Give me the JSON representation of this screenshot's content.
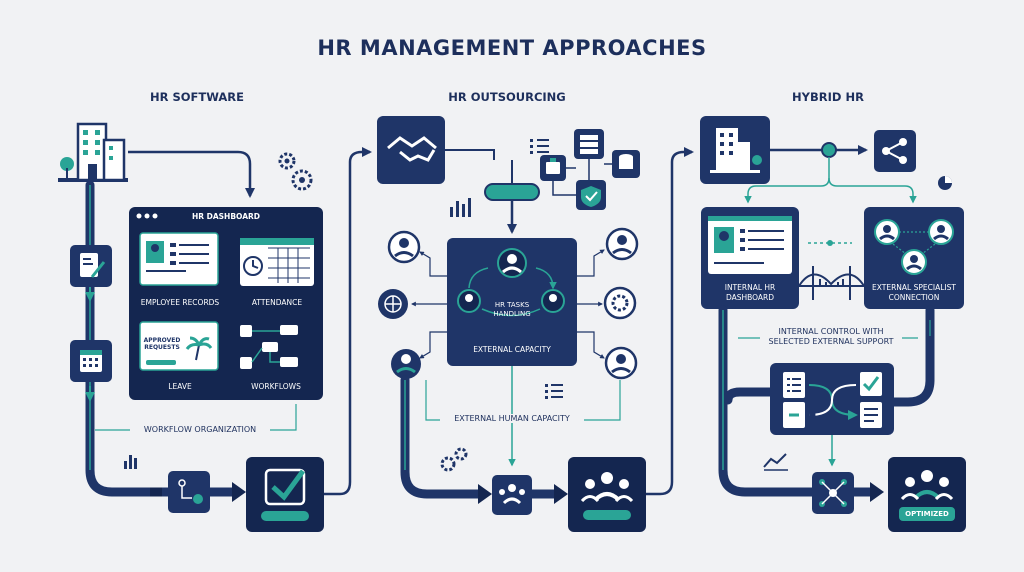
{
  "title": "HR MANAGEMENT APPROACHES",
  "colors": {
    "navy": "#1f3568",
    "dark_navy": "#142650",
    "teal": "#2aa496",
    "background": "#f1f2f4",
    "text": "#1d2f5c"
  },
  "software": {
    "heading": "HR SOFTWARE",
    "dashboard_title": "HR DASHBOARD",
    "employee_records": "EMPLOYEE RECORDS",
    "attendance": "ATTENDANCE",
    "approved_requests": "APPROVED REQUESTS",
    "leave": "LEAVE",
    "workflows": "WORKFLOWS",
    "workflow_organization": "WORKFLOW ORGANIZATION"
  },
  "outsourcing": {
    "heading": "HR OUTSOURCING",
    "hr_tasks_handling": "HR TASKS HANDLING",
    "external_capacity": "EXTERNAL CAPACITY",
    "external_human_capacity": "EXTERNAL HUMAN CAPACITY"
  },
  "hybrid": {
    "heading": "HYBRID HR",
    "internal_dashboard": "INTERNAL HR DASHBOARD",
    "external_specialist": "EXTERNAL SPECIALIST CONNECTION",
    "internal_control": "INTERNAL CONTROL WITH SELECTED EXTERNAL SUPPORT",
    "optimized": "OPTIMIZED"
  },
  "icons": [
    "building-icon",
    "gear-icon",
    "document-icon",
    "calendar-icon",
    "bar-chart-icon",
    "process-icon",
    "checkmark-icon",
    "handshake-icon",
    "list-icon",
    "server-icon",
    "database-icon",
    "shield-icon",
    "person-icon",
    "globe-icon",
    "group-icon",
    "share-icon",
    "pie-chart-icon",
    "bridge-icon",
    "trend-icon",
    "network-icon",
    "team-icon"
  ]
}
